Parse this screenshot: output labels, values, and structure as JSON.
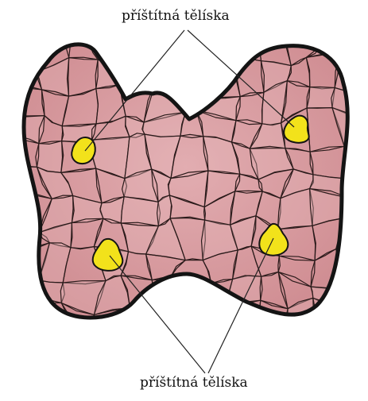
{
  "labels": {
    "top": "příštítná tělíska",
    "bottom": "příštítná tělíska"
  },
  "colors": {
    "tissue": "#d7999e",
    "tissue_light": "#e6b8bb",
    "outline": "#141414",
    "cell_line": "#2a1a1a",
    "gland": "#f2e21b",
    "leader_line": "#222222"
  },
  "glands_count": 4
}
